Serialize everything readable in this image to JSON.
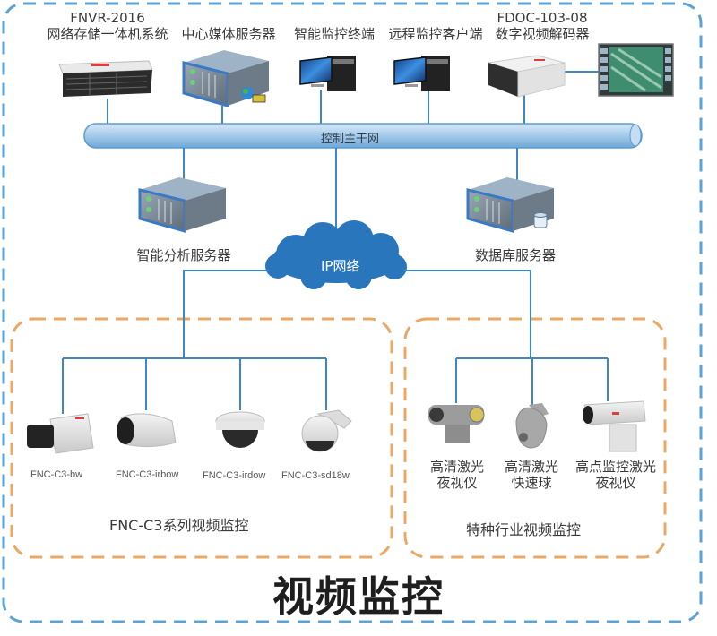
{
  "title": "视频监控",
  "colors": {
    "frame_blue": "#5ba3d4",
    "section_orange": "#e8a866",
    "wire_blue": "#3d88c2",
    "backbone_blue": "#8fbde3",
    "cloud_blue": "#2a76bd"
  },
  "top_devices": [
    {
      "model": "FNVR-2016",
      "label": "网络存储一体机系统",
      "icon": "nvr-storage-icon"
    },
    {
      "model": "",
      "label": "中心媒体服务器",
      "icon": "media-server-icon"
    },
    {
      "model": "",
      "label": "智能监控终端",
      "icon": "workstation-pc-icon"
    },
    {
      "model": "",
      "label": "远程监控客户端",
      "icon": "workstation-pc-icon"
    },
    {
      "model": "FDOC-103-08",
      "label": "数字视频解码器",
      "icon": "video-decoder-icon"
    }
  ],
  "display_wall": {
    "icon": "video-wall-monitor-icon"
  },
  "backbone": {
    "label": "控制主干网"
  },
  "mid_servers": [
    {
      "label": "智能分析服务器",
      "icon": "analysis-server-icon"
    },
    {
      "label": "数据库服务器",
      "icon": "database-server-icon"
    }
  ],
  "ip_network": {
    "label": "IP网络",
    "icon": "cloud-icon"
  },
  "sections": [
    {
      "title": "FNC-C3系列视频监控",
      "cameras": [
        {
          "model": "FNC-C3-bw",
          "icon": "box-camera-icon"
        },
        {
          "model": "FNC-C3-irbow",
          "icon": "bullet-camera-icon"
        },
        {
          "model": "FNC-C3-irdow",
          "icon": "dome-camera-icon"
        },
        {
          "model": "FNC-C3-sd18w",
          "icon": "speed-dome-camera-icon"
        }
      ]
    },
    {
      "title": "特种行业视频监控",
      "cameras": [
        {
          "line1": "高清激光",
          "line2": "夜视仪",
          "icon": "laser-ptz-camera-icon"
        },
        {
          "line1": "高清激光",
          "line2": "快速球",
          "icon": "laser-speed-dome-icon"
        },
        {
          "line1": "高点监控激光",
          "line2": "夜视仪",
          "icon": "high-point-laser-camera-icon"
        }
      ]
    }
  ]
}
